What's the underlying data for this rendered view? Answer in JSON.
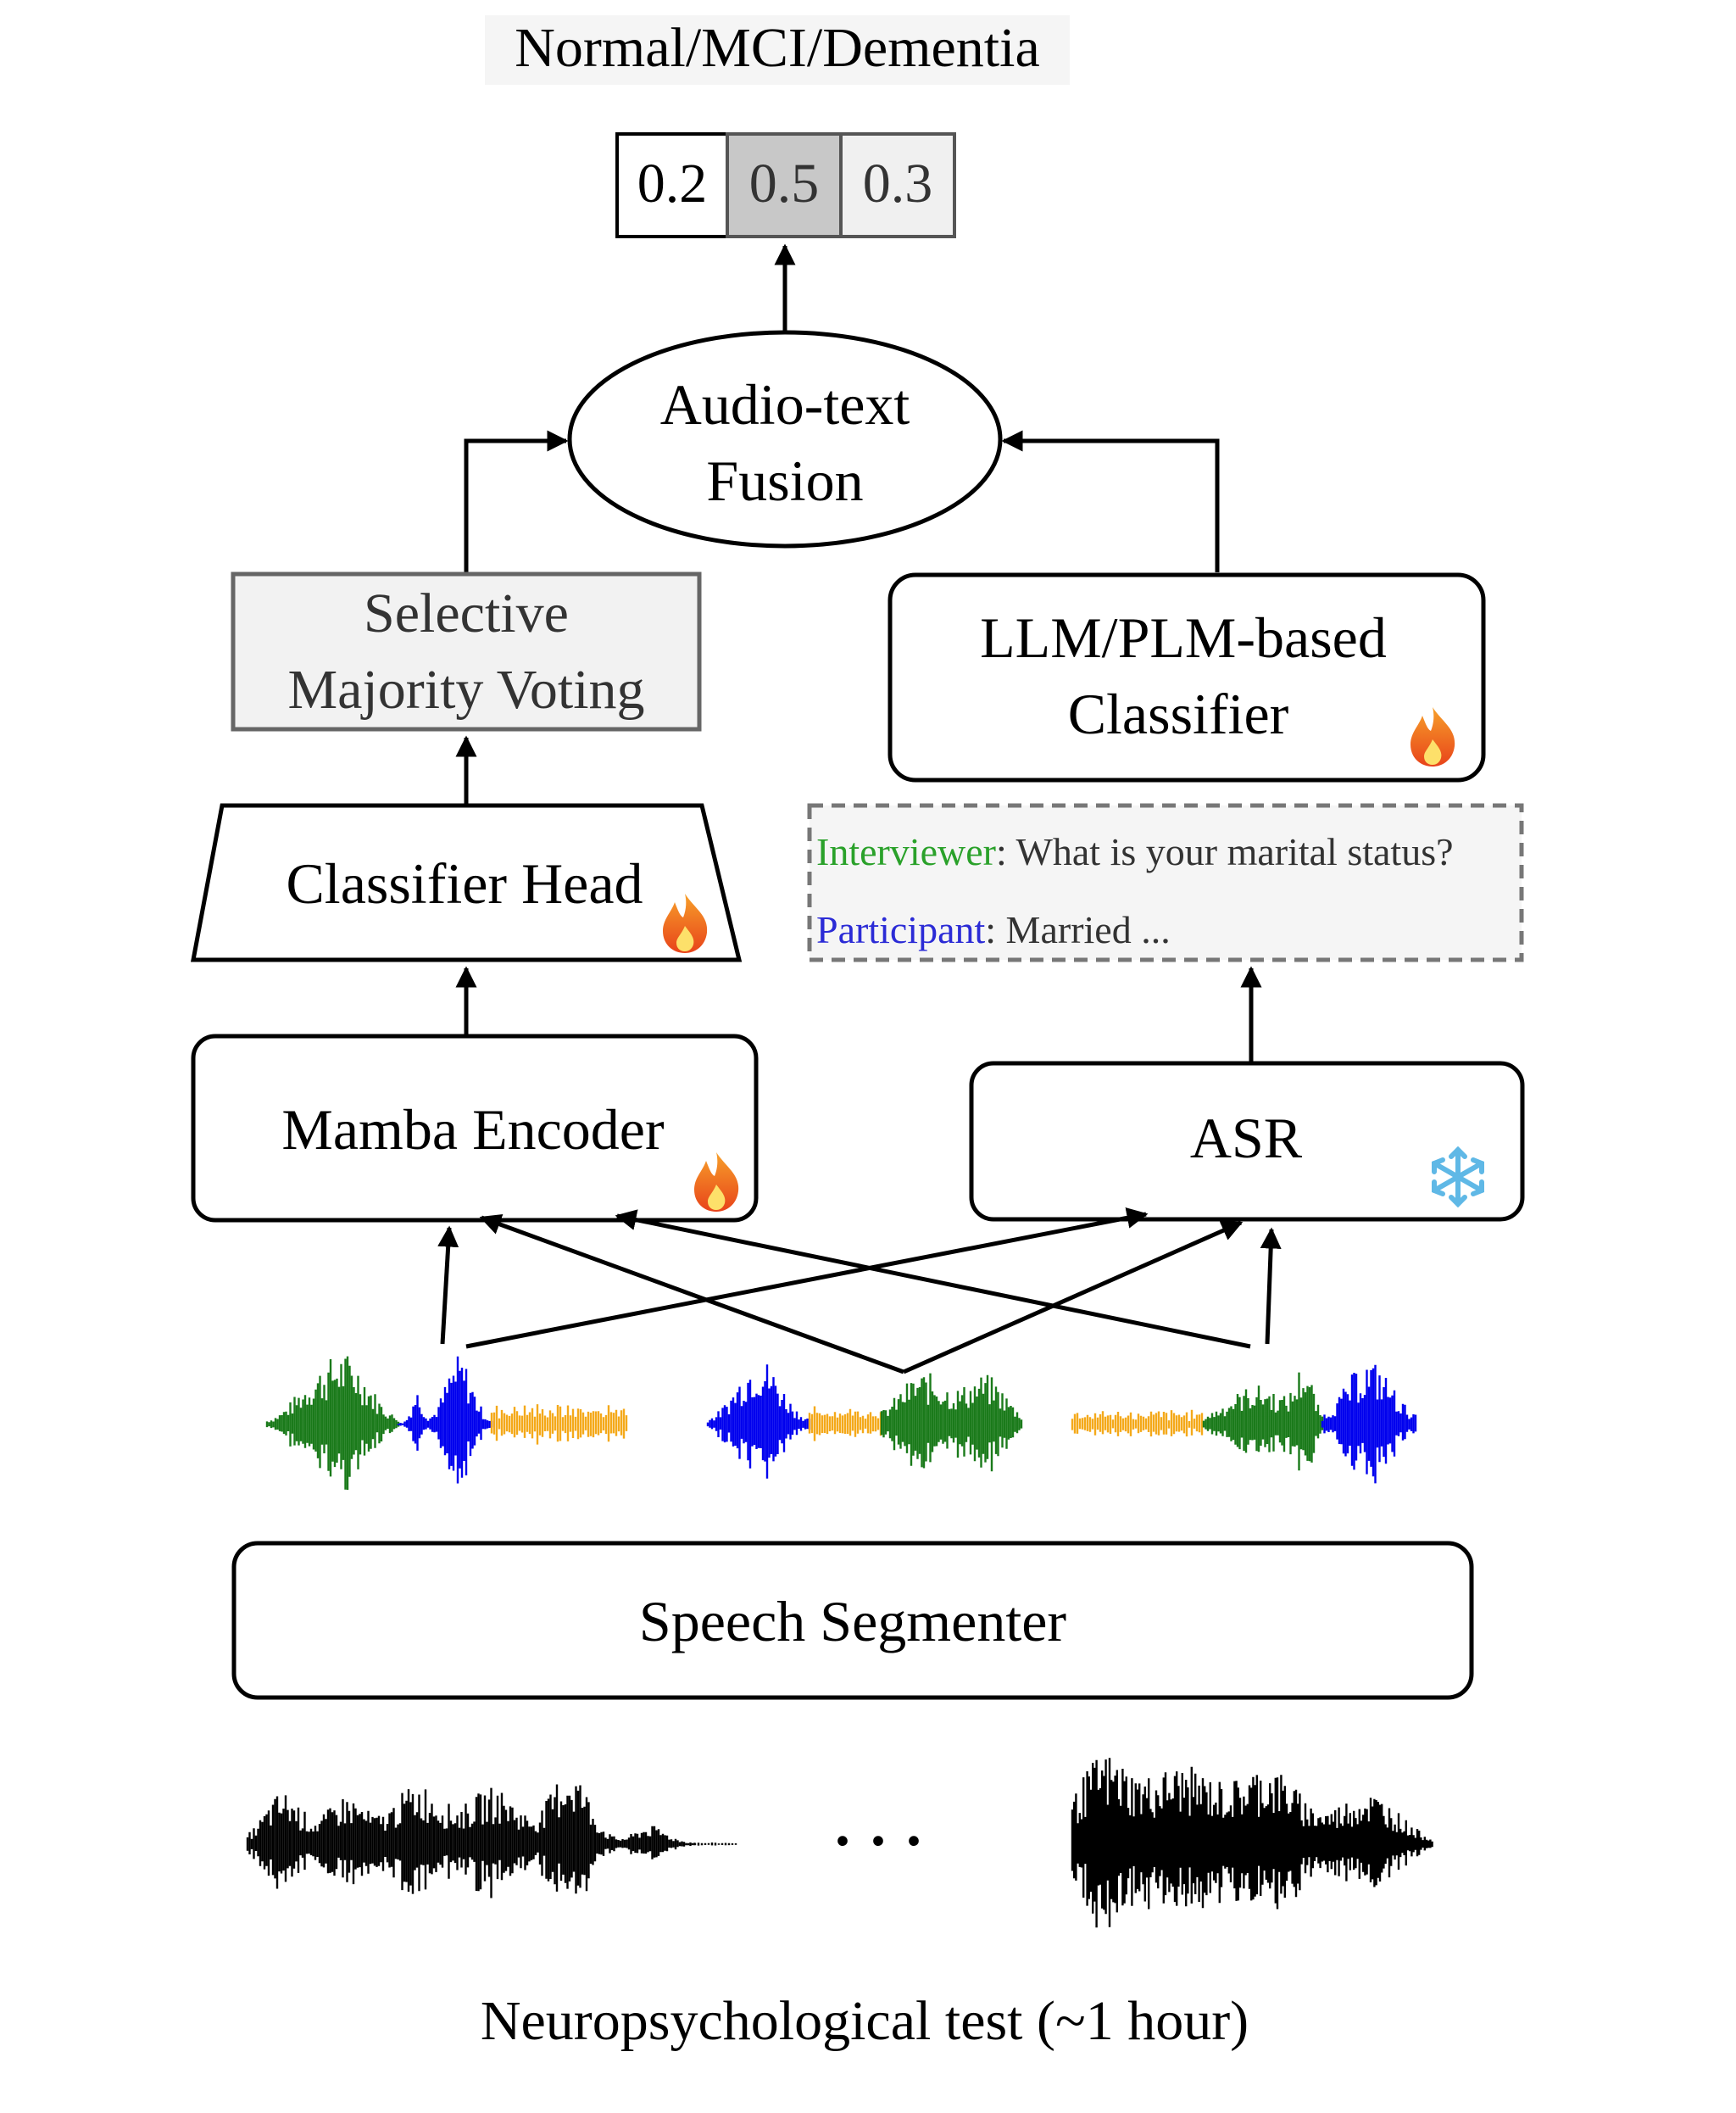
{
  "output": {
    "title": "Normal/MCI/Dementia",
    "probabilities": [
      "0.2",
      "0.5",
      "0.3"
    ]
  },
  "fusion": {
    "line1": "Audio-text",
    "line2": "Fusion"
  },
  "voting": {
    "line1": "Selective",
    "line2": "Majority Voting"
  },
  "llm": {
    "line1": "LLM/PLM-based",
    "line2": "Classifier",
    "icon": "fire-icon"
  },
  "classifier_head": {
    "label": "Classifier Head",
    "icon": "fire-icon"
  },
  "encoder": {
    "label": "Mamba Encoder",
    "icon": "fire-icon"
  },
  "asr": {
    "label": "ASR",
    "icon": "snowflake-icon"
  },
  "transcript": {
    "speaker1": "Interviewer",
    "utterance1": ": What is your marital status?",
    "speaker2": "Participant",
    "utterance2": ": Married ...",
    "speaker1_color": "#2aa12a",
    "speaker2_color": "#2b2bd6"
  },
  "segmenter": {
    "label": "Speech Segmenter"
  },
  "segment_colors": {
    "interviewer": "#1a7a1a",
    "participant": "#0000ee",
    "other": "#f4a91a"
  },
  "ellipsis": "· · ·",
  "caption": "Neuropsychological test (~1 hour)"
}
